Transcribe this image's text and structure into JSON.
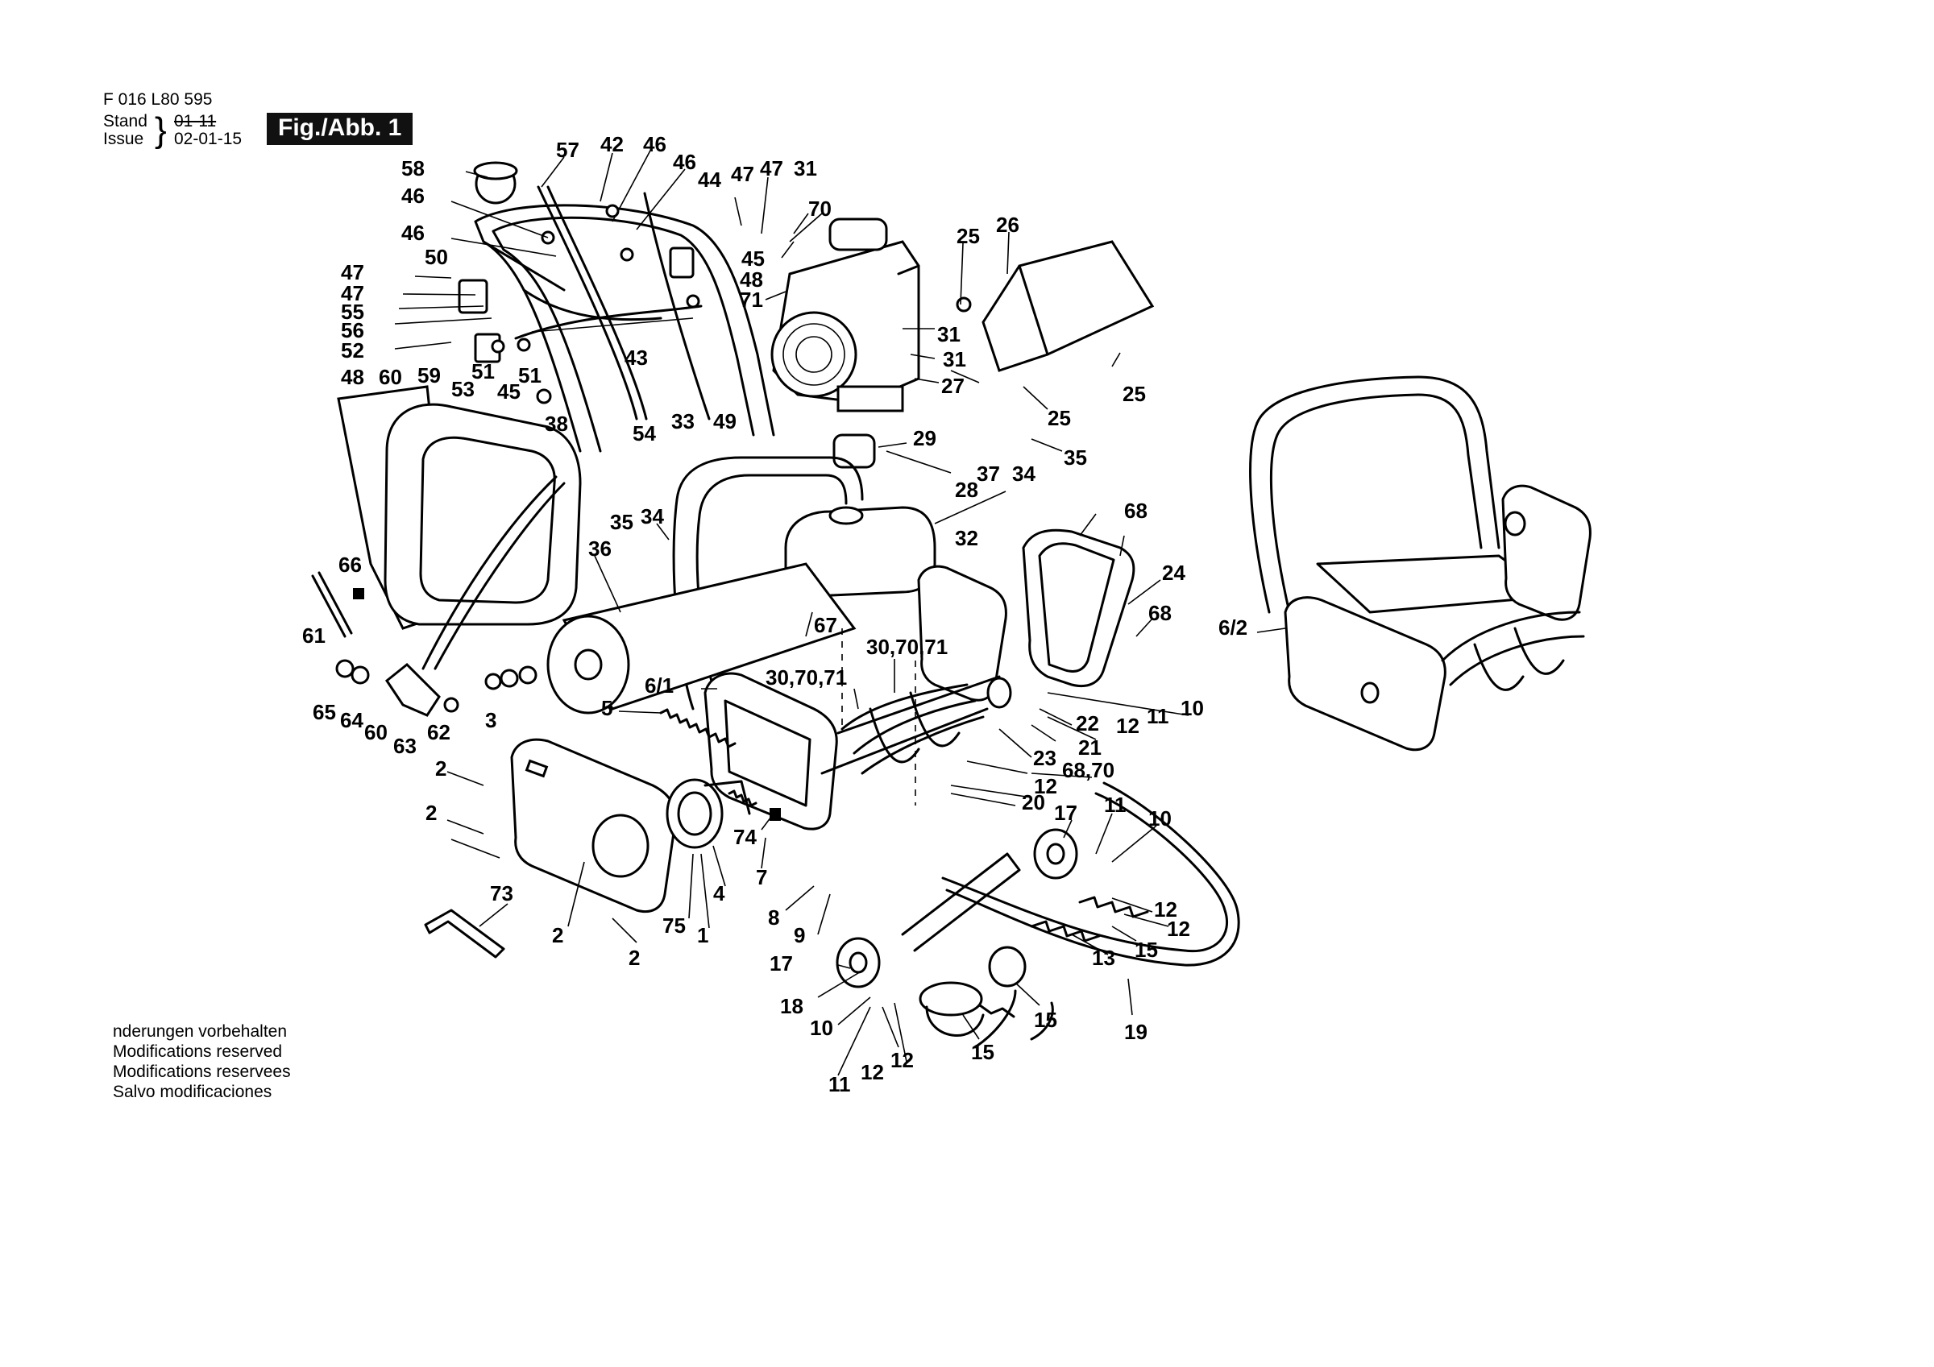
{
  "header": {
    "part_number": "F 016 L80 595",
    "stand_label": "Stand",
    "issue_label": "Issue",
    "old_date": "01-11",
    "date": "02-01-15",
    "figure_label": "Fig./Abb. 1"
  },
  "notes": [
    "nderungen vorbehalten",
    "Modifications reserved",
    "Modifications reservees",
    "Salvo modificaciones"
  ],
  "callouts": [
    {
      "text": "58"
    },
    {
      "text": "57"
    },
    {
      "text": "42"
    },
    {
      "text": "46"
    },
    {
      "text": "46"
    },
    {
      "text": "47"
    },
    {
      "text": "47"
    },
    {
      "text": "31"
    },
    {
      "text": "44"
    },
    {
      "text": "46"
    },
    {
      "text": "70"
    },
    {
      "text": "46"
    },
    {
      "text": "45"
    },
    {
      "text": "48"
    },
    {
      "text": "71"
    },
    {
      "text": "25"
    },
    {
      "text": "26"
    },
    {
      "text": "47"
    },
    {
      "text": "50"
    },
    {
      "text": "47"
    },
    {
      "text": "55"
    },
    {
      "text": "56"
    },
    {
      "text": "52"
    },
    {
      "text": "31"
    },
    {
      "text": "43"
    },
    {
      "text": "31"
    },
    {
      "text": "48"
    },
    {
      "text": "60"
    },
    {
      "text": "59"
    },
    {
      "text": "51"
    },
    {
      "text": "51"
    },
    {
      "text": "53"
    },
    {
      "text": "45"
    },
    {
      "text": "27"
    },
    {
      "text": "25"
    },
    {
      "text": "25"
    },
    {
      "text": "38"
    },
    {
      "text": "54"
    },
    {
      "text": "33"
    },
    {
      "text": "49"
    },
    {
      "text": "29"
    },
    {
      "text": "35"
    },
    {
      "text": "37"
    },
    {
      "text": "34"
    },
    {
      "text": "28"
    },
    {
      "text": "68"
    },
    {
      "text": "35"
    },
    {
      "text": "34"
    },
    {
      "text": "32"
    },
    {
      "text": "36"
    },
    {
      "text": "24"
    },
    {
      "text": "66"
    },
    {
      "text": "68"
    },
    {
      "text": "67"
    },
    {
      "text": "61"
    },
    {
      "text": "6/2"
    },
    {
      "text": "30,70,71"
    },
    {
      "text": "6/1"
    },
    {
      "text": "30,70,71"
    },
    {
      "text": "10"
    },
    {
      "text": "5"
    },
    {
      "text": "22"
    },
    {
      "text": "12"
    },
    {
      "text": "11"
    },
    {
      "text": "65"
    },
    {
      "text": "64"
    },
    {
      "text": "60"
    },
    {
      "text": "63"
    },
    {
      "text": "62"
    },
    {
      "text": "21"
    },
    {
      "text": "3"
    },
    {
      "text": "23"
    },
    {
      "text": "68,70"
    },
    {
      "text": "2"
    },
    {
      "text": "12"
    },
    {
      "text": "20"
    },
    {
      "text": "2"
    },
    {
      "text": "17"
    },
    {
      "text": "11"
    },
    {
      "text": "10"
    },
    {
      "text": "74"
    },
    {
      "text": "7"
    },
    {
      "text": "4"
    },
    {
      "text": "12"
    },
    {
      "text": "73"
    },
    {
      "text": "8"
    },
    {
      "text": "12"
    },
    {
      "text": "75"
    },
    {
      "text": "1"
    },
    {
      "text": "9"
    },
    {
      "text": "2"
    },
    {
      "text": "2"
    },
    {
      "text": "13"
    },
    {
      "text": "15"
    },
    {
      "text": "17"
    },
    {
      "text": "18"
    },
    {
      "text": "15"
    },
    {
      "text": "10"
    },
    {
      "text": "19"
    },
    {
      "text": "15"
    },
    {
      "text": "12"
    },
    {
      "text": "12"
    },
    {
      "text": "11"
    }
  ]
}
